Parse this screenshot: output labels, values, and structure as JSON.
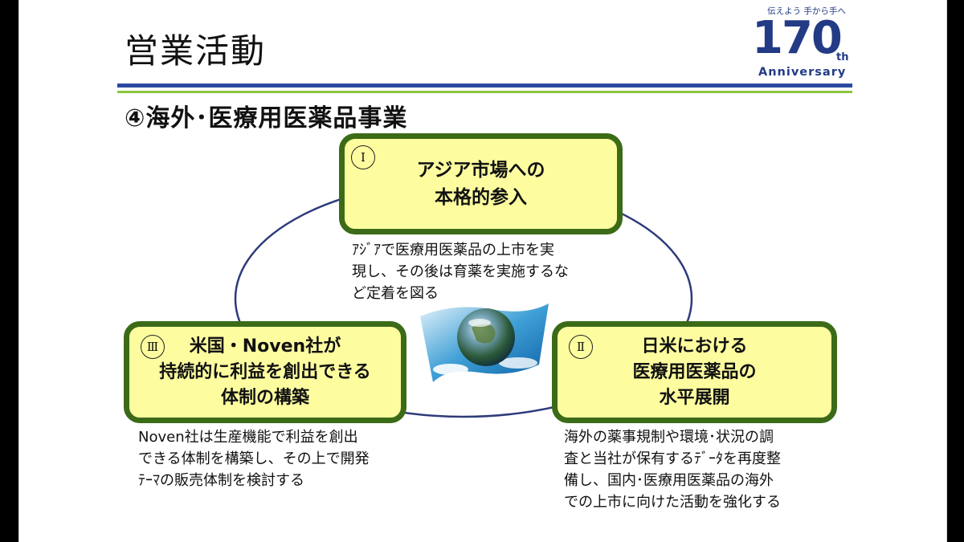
{
  "slide": {
    "title": "営業活動",
    "subtitle": "④海外･医療用医薬品事業"
  },
  "logo": {
    "tagline": "伝えよう 手から手へ",
    "number": "170",
    "suffix": "th",
    "anniversary": "Anniversary"
  },
  "boxes": [
    {
      "numeral": "Ⅰ",
      "lines": [
        "アジア市場への",
        "本格的参入"
      ],
      "description": [
        "ｱｼﾞｱで医療用医薬品の上市を実",
        "現し、その後は育薬を実施するな",
        "ど定着を図る"
      ]
    },
    {
      "numeral": "Ⅱ",
      "lines": [
        "日米における",
        "医療用医薬品の",
        "水平展開"
      ],
      "description": [
        "海外の薬事規制や環境･状況の調",
        "査と当社が保有するﾃﾞｰﾀを再度整",
        "備し、国内･医療用医薬品の海外",
        "での上市に向けた活動を強化する"
      ]
    },
    {
      "numeral": "Ⅲ",
      "lines": [
        "米国・Noven社が",
        "持続的に利益を創出できる",
        "体制の構築"
      ],
      "description": [
        "Noven社は生産機能で利益を創出",
        "できる体制を構築し、その上で開発",
        "ﾃｰﾏの販売体制を検討する"
      ]
    }
  ],
  "colors": {
    "box_fill": "#fdfda0",
    "box_border": "#3c6b18",
    "rule_blue": "#2a4aa0",
    "rule_green": "#8cc63f",
    "logo": "#233a85"
  }
}
